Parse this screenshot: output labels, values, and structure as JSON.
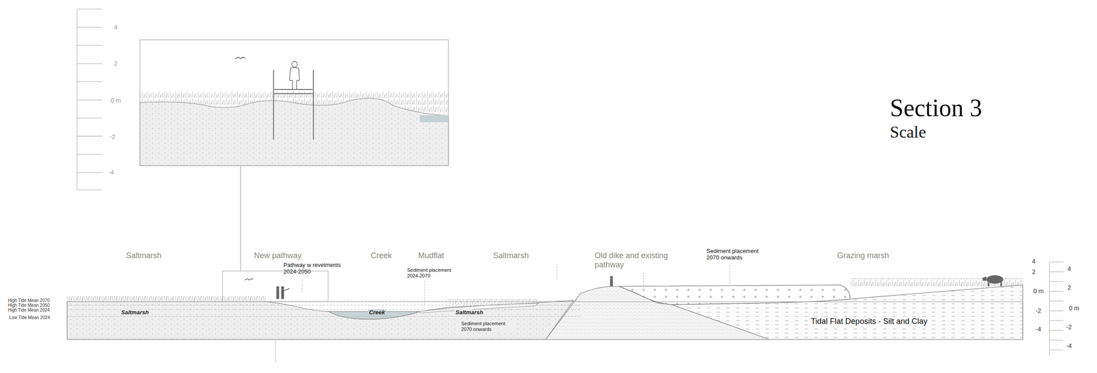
{
  "diagram": {
    "title": "Section 3",
    "labels": [
      "Scale",
      "4",
      "2",
      "0 m",
      "-2",
      "-4",
      "Saltmarsh",
      "New pathway",
      "Creek",
      "Mudflat",
      "Saltmarsh",
      "Old dike and existing pathway",
      "Sediment placement 2070 onwards",
      "Grazing marsh",
      "Pathway w revetments 2024-2050",
      "Sediment placement 2024-2070",
      "Saltmarsh",
      "Creek",
      "Saltmarsh",
      "Sediment placement 2070 onwards",
      "Tidal Flat Deposits - Silt and Clay",
      "High Tide Mean 2070",
      "High Tide Mean 2050",
      "High Tide Mean 2024",
      "Low Tide Mean 2024",
      "4",
      "2",
      "0 m",
      "-2",
      "-4",
      "4",
      "2",
      "0 m",
      "-2",
      "-4"
    ]
  }
}
